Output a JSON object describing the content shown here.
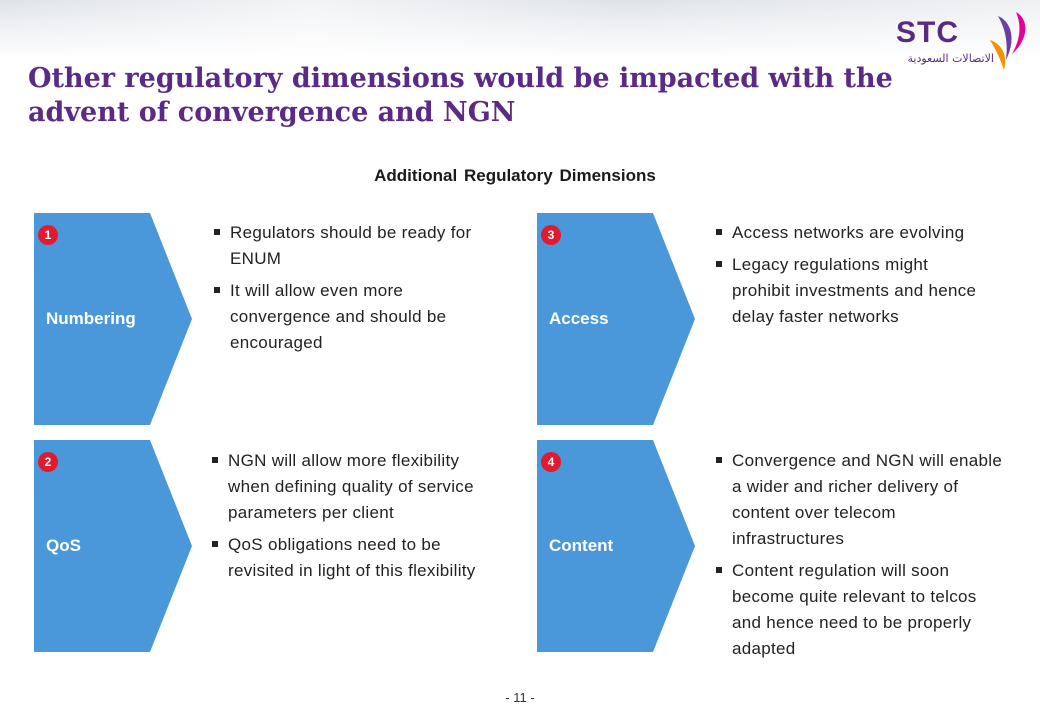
{
  "logo": {
    "wordmark": "STC",
    "arabic": "الاتصالات السعودية",
    "colors": {
      "primary": "#5a2a82",
      "swirl_a": "#e4009a",
      "swirl_b": "#6b3fa0",
      "swirl_c": "#f39200"
    }
  },
  "title": "Other regulatory dimensions would be impacted with the advent of convergence and NGN",
  "subtitle": "Additional Regulatory  Dimensions",
  "colors": {
    "chevron": "#4a98d9",
    "badge": "#e01b2f",
    "title": "#5b2a86"
  },
  "dimensions": [
    {
      "number": "1",
      "label": "Numbering",
      "bullets": [
        "Regulators should be ready for ENUM",
        "It will allow even more convergence and should be encouraged"
      ]
    },
    {
      "number": "2",
      "label": "QoS",
      "bullets": [
        "NGN will allow more flexibility when defining quality of service parameters per client",
        "QoS obligations need to be revisited in light of this flexibility"
      ]
    },
    {
      "number": "3",
      "label": "Access",
      "bullets": [
        "Access networks are evolving",
        "Legacy regulations might prohibit investments and hence delay faster networks"
      ]
    },
    {
      "number": "4",
      "label": "Content",
      "bullets": [
        "Convergence and NGN will enable a wider and richer delivery of content over telecom infrastructures",
        "Content regulation will soon become quite relevant to telcos and hence need to be properly adapted"
      ]
    }
  ],
  "footer": {
    "page_number": "- 11 -"
  }
}
